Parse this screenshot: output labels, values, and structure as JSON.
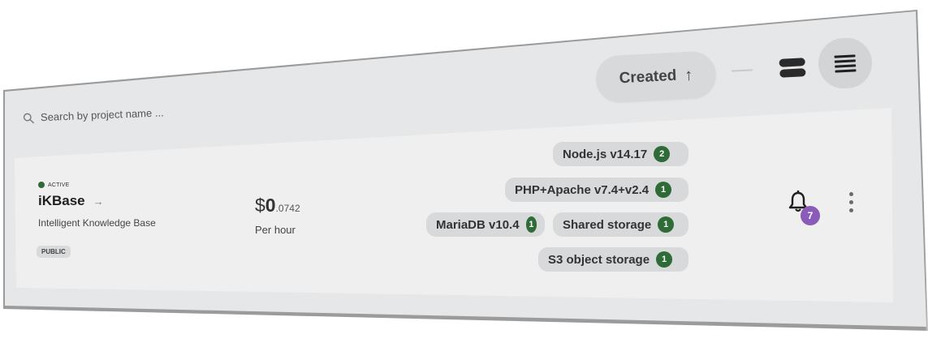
{
  "toolbar": {
    "sort_label": "Created",
    "sort_direction_icon": "arrow-up-icon"
  },
  "search": {
    "placeholder": "Search by project name ..."
  },
  "project": {
    "status": "ACTIVE",
    "name": "iKBase",
    "description": "Intelligent Knowledge Base",
    "visibility": "PUBLIC",
    "price": {
      "currency": "$",
      "integer": "0",
      "fraction": ".0742",
      "unit": "Per hour"
    },
    "stack": [
      {
        "label": "Node.js v14.17",
        "count": "2"
      },
      {
        "label": "PHP+Apache v7.4+v2.4",
        "count": "1"
      },
      {
        "label": "MariaDB v10.4",
        "count": "1"
      },
      {
        "label": "Shared storage",
        "count": "1"
      },
      {
        "label": "S3 object storage",
        "count": "1"
      }
    ],
    "notifications_count": "7"
  },
  "colors": {
    "status_active": "#2f6b36",
    "count_badge": "#2f6b36",
    "notification_badge": "#8a5bb8",
    "panel_bg": "#e6e7e8",
    "card_bg": "#efefef"
  }
}
